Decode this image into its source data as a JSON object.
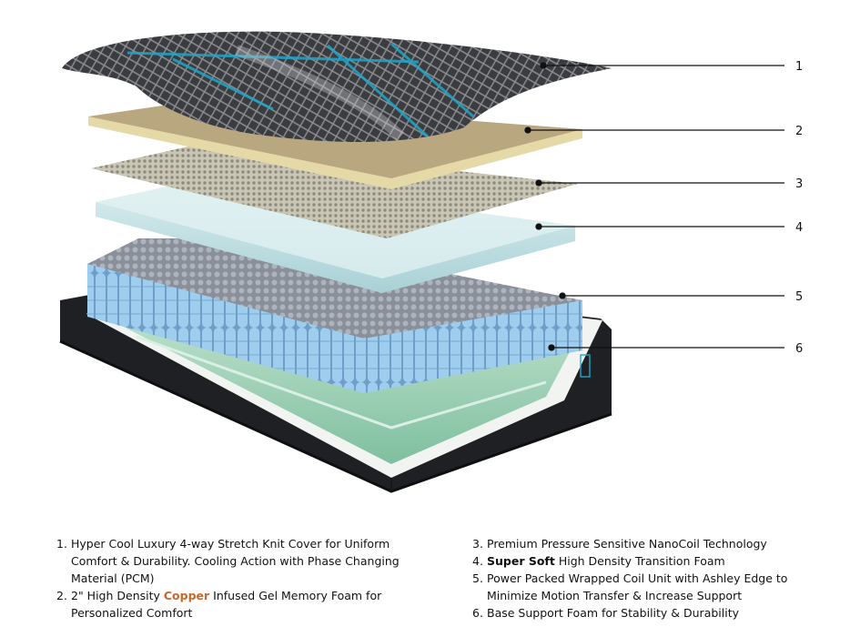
{
  "colors": {
    "copper": "#c8682b",
    "cover_dark": "#3a3b3f",
    "cover_accent": "#1ea7c9",
    "memory_foam": "#c7b48d",
    "nanocoil": "#b9b6a4",
    "transition_foam": "#cfe5e7",
    "coil_blue": "#8cc1e6",
    "base_foam": "#a8d4bd",
    "base_dark": "#1f2023"
  },
  "callouts": [
    {
      "label": "1"
    },
    {
      "label": "2"
    },
    {
      "label": "3"
    },
    {
      "label": "4"
    },
    {
      "label": "5"
    },
    {
      "label": "6"
    }
  ],
  "legend": [
    {
      "num": "1.",
      "text": "Hyper Cool Luxury 4-way Stretch Knit Cover for Uniform Comfort & Durability. Cooling Action with Phase Changing Material (PCM)"
    },
    {
      "num": "2.",
      "pre": "2\" High Density ",
      "highlight": "Copper",
      "post": " Infused Gel Memory Foam for Personalized Comfort"
    },
    {
      "num": "3.",
      "text": "Premium Pressure Sensitive NanoCoil Technology"
    },
    {
      "num": "4.",
      "highlight": "Super Soft",
      "post": " High Density Transition Foam"
    },
    {
      "num": "5.",
      "text": "Power Packed Wrapped Coil Unit with Ashley Edge to Minimize Motion Transfer & Increase Support"
    },
    {
      "num": "6.",
      "text": "Base Support Foam for Stability & Durability"
    }
  ]
}
